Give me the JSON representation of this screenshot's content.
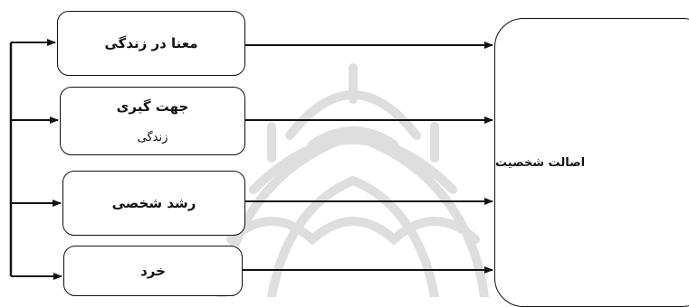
{
  "nodes": {
    "meaning": "معنا در زندگی",
    "orientation_line1": "جهت گیری",
    "orientation_line2": "زندگی",
    "growth": "رشد شخصی",
    "wisdom": "خرد",
    "target": "اصالت شخصیت"
  },
  "colors": {
    "stroke": "#111111",
    "watermark": "#d9d9d9"
  }
}
